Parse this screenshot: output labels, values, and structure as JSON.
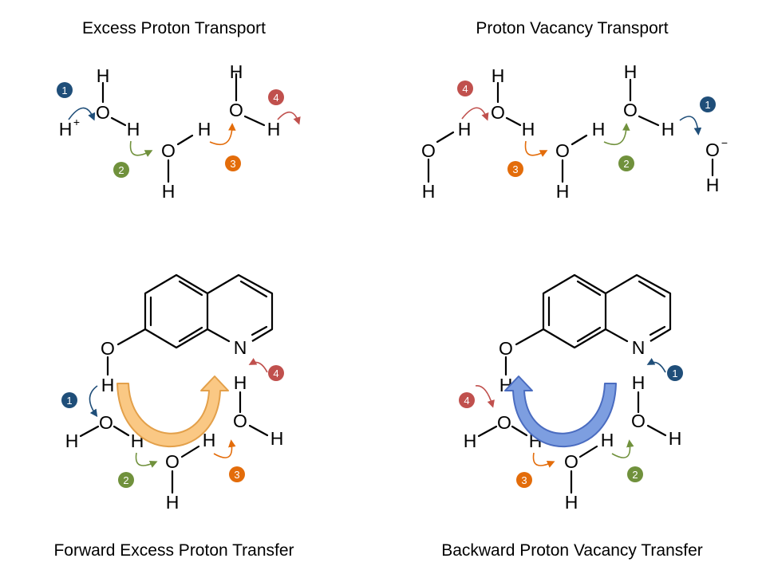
{
  "captions": {
    "top_left": "Excess Proton Transport",
    "top_right": "Proton Vacancy Transport",
    "bottom_left": "Forward Excess Proton Transfer",
    "bottom_right": "Backward Proton Vacancy Transfer"
  },
  "atoms": {
    "h": "H",
    "o": "O",
    "n": "N"
  },
  "charges": {
    "plus": "+",
    "minus": "−"
  },
  "steps": [
    "1",
    "2",
    "3",
    "4"
  ],
  "colors": {
    "step1": "#1f4e79",
    "step2": "#70913c",
    "step3": "#e36c0a",
    "step4": "#c0504d",
    "forward_arrow_fill": "#fac884",
    "forward_arrow_stroke": "#e3a04a",
    "backward_arrow_fill": "#7d9ee0",
    "backward_arrow_stroke": "#4a6cc0"
  }
}
